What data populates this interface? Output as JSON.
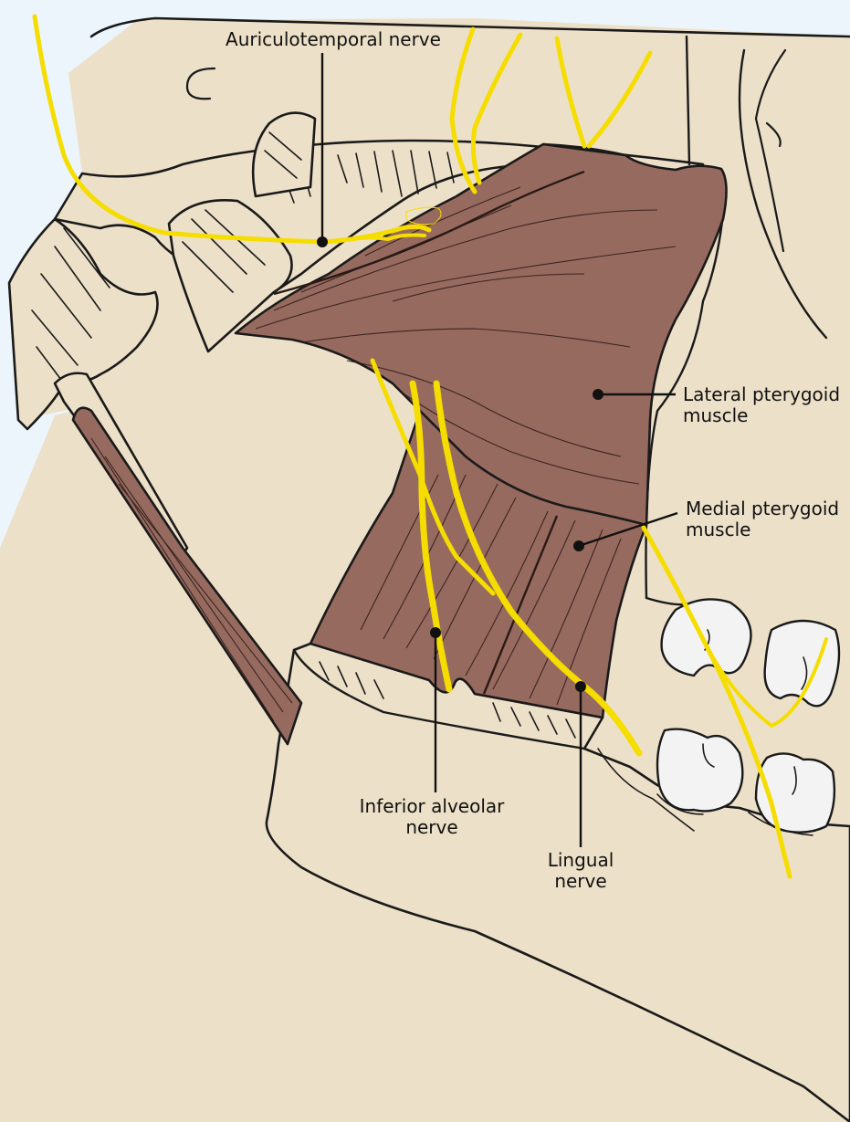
{
  "labels": {
    "auriculotemporal": "Auriculotemporal nerve",
    "lateral_pterygoid_1": "Lateral pterygoid",
    "lateral_pterygoid_2": "muscle",
    "medial_pterygoid_1": "Medial pterygoid",
    "medial_pterygoid_2": "muscle",
    "inferior_alveolar_1": "Inferior alveolar",
    "inferior_alveolar_2": "nerve",
    "lingual_1": "Lingual",
    "lingual_2": "nerve"
  },
  "colors": {
    "background": "#ecf5fc",
    "bone": "#ede0c8",
    "muscle": "#976a5f",
    "nerve": "#f5dd00",
    "outline": "#1a1a1a"
  }
}
